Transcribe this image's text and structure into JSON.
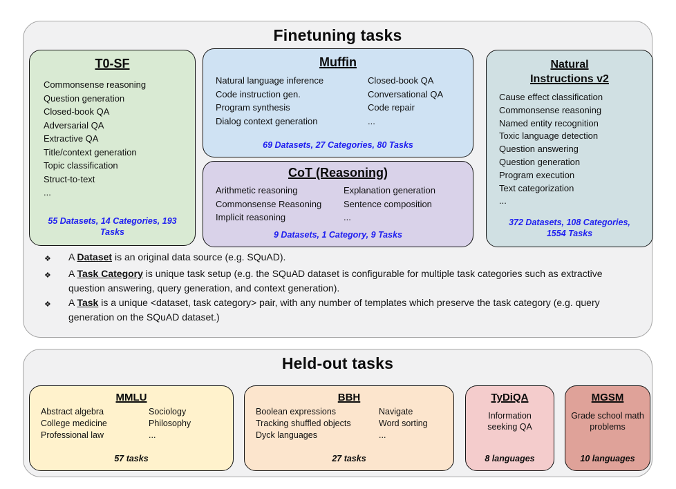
{
  "finetuning": {
    "title": "Finetuning tasks",
    "t0sf": {
      "title": "T0-SF",
      "items": [
        "Commonsense reasoning",
        "Question generation",
        "Closed-book QA",
        "Adversarial QA",
        "Extractive QA",
        "Title/context generation",
        "Topic classification",
        "Struct-to-text",
        "..."
      ],
      "footer": "55 Datasets, 14 Categories, 193 Tasks",
      "bg": "#d9ead3"
    },
    "muffin": {
      "title": "Muffin",
      "col1": [
        "Natural language inference",
        "Code instruction gen.",
        "Program synthesis",
        "Dialog context generation"
      ],
      "col2": [
        "Closed-book QA",
        "Conversational QA",
        "Code repair",
        "..."
      ],
      "footer": "69 Datasets, 27 Categories, 80 Tasks",
      "bg": "#cfe2f3"
    },
    "cot": {
      "title": "CoT (Reasoning)",
      "col1": [
        "Arithmetic reasoning",
        "Commonsense Reasoning",
        "Implicit reasoning"
      ],
      "col2": [
        "Explanation generation",
        "Sentence composition",
        "..."
      ],
      "footer": "9 Datasets, 1 Category, 9 Tasks",
      "bg": "#d9d2e9"
    },
    "niv2": {
      "title": "Natural Instructions v2",
      "items": [
        "Cause effect classification",
        "Commonsense reasoning",
        "Named entity recognition",
        "Toxic language detection",
        "Question answering",
        "Question generation",
        "Program execution",
        "Text categorization",
        "..."
      ],
      "footer": "372 Datasets, 108 Categories, 1554 Tasks",
      "bg": "#d0e0e3"
    },
    "notes": {
      "bullet": "❖",
      "items": [
        {
          "prefix": "A ",
          "term": "Dataset",
          "rest": " is an original data source (e.g. SQuAD)."
        },
        {
          "prefix": "A ",
          "term": "Task Category",
          "rest": " is unique task setup (e.g. the SQuAD dataset is configurable for multiple task categories such as extractive question answering, query generation, and context generation)."
        },
        {
          "prefix": "A ",
          "term": "Task",
          "rest": " is a unique <dataset, task category> pair, with any number of templates which preserve the task category (e.g. query generation on the SQuAD dataset.)"
        }
      ]
    }
  },
  "heldout": {
    "title": "Held-out tasks",
    "mmlu": {
      "title": "MMLU",
      "col1": [
        "Abstract algebra",
        "College medicine",
        "Professional law"
      ],
      "col2": [
        "Sociology",
        "Philosophy",
        "..."
      ],
      "footer": "57 tasks",
      "bg": "#fff2cc"
    },
    "bbh": {
      "title": "BBH",
      "col1": [
        "Boolean expressions",
        "Tracking shuffled objects",
        "Dyck languages"
      ],
      "col2": [
        "Navigate",
        "Word sorting",
        "..."
      ],
      "footer": "27 tasks",
      "bg": "#fce5cd"
    },
    "tydiqa": {
      "title": "TyDiQA",
      "body": "Information seeking QA",
      "footer": "8 languages",
      "bg": "#f4cccc"
    },
    "mgsm": {
      "title": "MGSM",
      "body": "Grade school math problems",
      "footer": "10 languages",
      "bg": "#dfa299"
    }
  },
  "colors": {
    "footer_blue": "#2020f0",
    "panel_bg": "#f1f1f2",
    "panel_border": "#a6a6a6",
    "box_border": "#141414"
  }
}
